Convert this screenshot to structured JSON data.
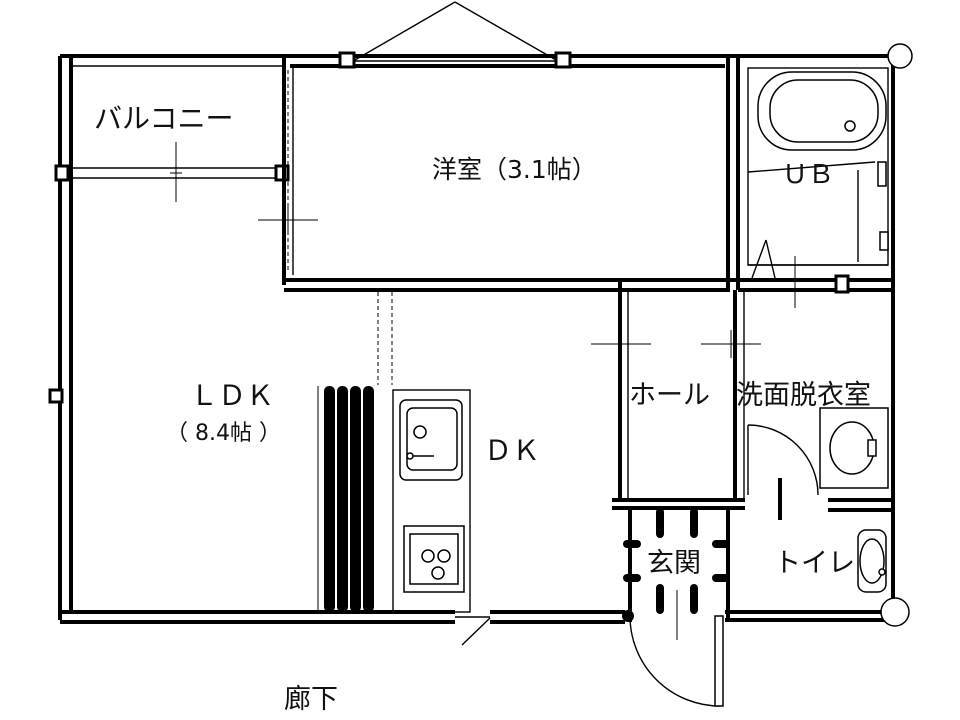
{
  "rooms": {
    "balcony": "バルコニー",
    "western_room": "洋室（3.1帖）",
    "unit_bath": "ＵＢ",
    "ldk": "ＬＤＫ",
    "ldk_size": "（ 8.4帖 ）",
    "dk": "ＤＫ",
    "hall": "ホール",
    "washroom": "洗面脱衣室",
    "entrance": "玄関",
    "toilet": "トイレ",
    "corridor": "廊下"
  }
}
